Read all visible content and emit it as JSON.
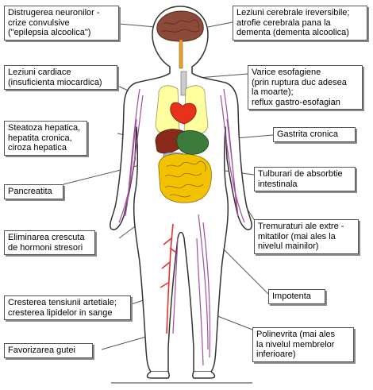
{
  "labels": {
    "epilepsy": "Distrugerea neuronilor -\ncrize convulsive\n(\"epilepsia alcoolica\")",
    "brain": "Leziuni cerebrale ireversibile;\natrofie cerebrala pana la\ndementa (dementa alcoolica)",
    "heart": "Leziuni cardiace\n(insuficienta miocardica)",
    "esophagus": "Varice esofagiene\n(prin ruptura duc adesea\nla moarte);\nreflux gastro-esofagian",
    "liver": "Steatoza hepatica,\nhepatita cronica,\nciroza hepatica",
    "stomach": "Gastrita cronica",
    "pancreas": "Pancreatita",
    "intestine": "Tulburari de absorbtie\nintestinala",
    "tremor": "Tremuraturi ale extre -\nmitatilor (mai ales la\nnivelul mainilor)",
    "hormones": "Eliminarea crescuta\nde hormoni stresori",
    "impotence": "Impotenta",
    "pressure": "Cresterea tensiunii artetiale;\ncresterea lipidelor in sange",
    "neuritis": "Polinevrita (mai ales\nla nivelul membrelor\ninferioare)",
    "gout": "Favorizarea gutei"
  },
  "colors": {
    "brain": "#8B4A3A",
    "lungs": "#FFFFA0",
    "heart": "#E8311A",
    "liver": "#8B2A1A",
    "stomach": "#3A7A3A",
    "intestine": "#F2C200",
    "veins": "#A050A0",
    "artery": "#E83030",
    "outline": "#333333"
  }
}
